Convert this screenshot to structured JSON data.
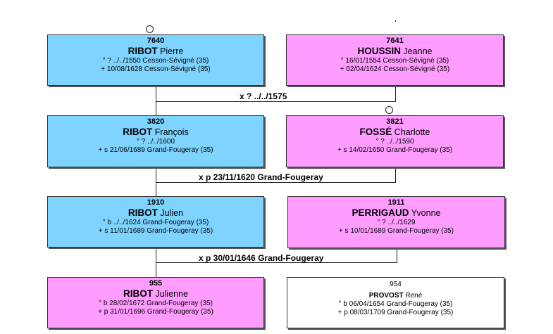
{
  "persons": {
    "p7640": {
      "num": "7640",
      "surname": "RIBOT",
      "given": "Pierre",
      "lines": [
        "° ? ../../1550 Cesson-Sévigné (35)",
        "+ 10/08/1628 Cesson-Sévigné (35)"
      ]
    },
    "p7641": {
      "num": "7641",
      "surname": "HOUSSIN",
      "given": "Jeanne",
      "lines": [
        "° 16/01/1554 Cesson-Sévigné (35)",
        "+ 02/04/1624 Cesson-Sévigné (35)"
      ]
    },
    "p3820": {
      "num": "3820",
      "surname": "RIBOT",
      "given": "François",
      "lines": [
        "° ? ../../1600",
        "+ s 21/06/1689 Grand-Fougeray (35)"
      ]
    },
    "p3821": {
      "num": "3821",
      "surname": "FOSSÉ",
      "given": "Charlotte",
      "lines": [
        "° ? ../../1590",
        "+ s 14/02/1650 Grand-Fougeray (35)"
      ]
    },
    "p1910": {
      "num": "1910",
      "surname": "RIBOT",
      "given": "Julien",
      "lines": [
        "° b ../../1624 Grand-Fougeray (35)",
        "+ s 11/01/1689 Grand-Fougeray (35)"
      ]
    },
    "p1911": {
      "num": "1911",
      "surname": "PERRIGAUD",
      "given": "Yvonne",
      "lines": [
        "° ? ../../1629",
        "+ s 10/01/1689 Grand-Fougeray (35)"
      ]
    },
    "p955": {
      "num": "955",
      "surname": "RIBOT",
      "given": "Julienne",
      "lines": [
        "° b 28/02/1672 Grand-Fougeray (35)",
        "+ p 31/01/1696 Grand-Fougeray (35)"
      ]
    },
    "p954": {
      "num": "954",
      "surname": "PROVOST",
      "given": "René",
      "lines": [
        "° b 06/04/1654 Grand-Fougeray (35)",
        "+ p 08/03/1709 Grand-Fougeray (35)"
      ]
    }
  },
  "marriages": {
    "m1": "x ? ../../1575",
    "m2": "x p 23/11/1620 Grand-Fougeray",
    "m3": "x p 30/01/1646 Grand-Fougeray"
  }
}
